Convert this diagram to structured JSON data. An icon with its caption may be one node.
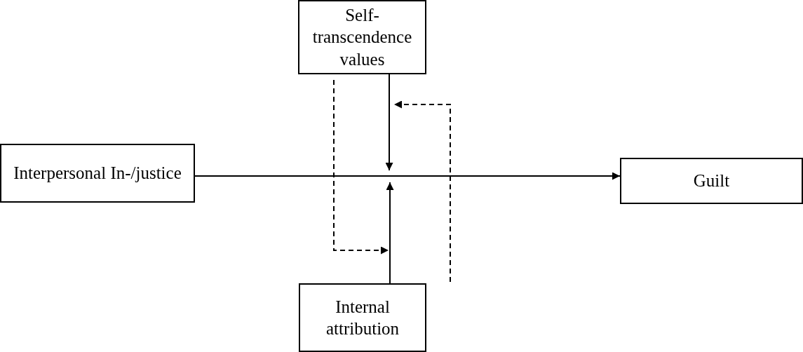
{
  "diagram": {
    "nodes": [
      {
        "text": [
          "Self-transcendence values"
        ]
      },
      {
        "text": [
          "Interpersonal In-/justice"
        ]
      },
      {
        "text": [
          "Guilt"
        ]
      },
      {
        "text": [
          "Internal attribution"
        ]
      }
    ],
    "edges": [
      {
        "from": 1,
        "to": 2,
        "arrow": "to"
      },
      {
        "from": 0,
        "to": null,
        "arrow": "to"
      },
      {
        "from": 3,
        "to": null,
        "arrow": "to"
      },
      {
        "from": 0,
        "to": null,
        "arrow": "to",
        "style": "dashed"
      },
      {
        "from": 3,
        "to": null,
        "arrow": "to",
        "style": "dashed"
      }
    ]
  }
}
